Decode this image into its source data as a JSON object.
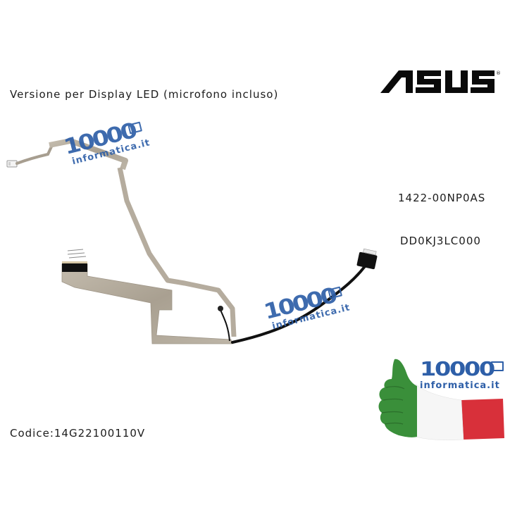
{
  "product": {
    "title": "Versione per Display LED (microfono incluso)",
    "part_numbers": [
      "1422-00NP0AS",
      "DD0KJ3LC000"
    ],
    "code": "Codice:14G22100110V"
  },
  "brand_logo": {
    "text": "ASUS",
    "registered_mark": "®",
    "color": "#0a0a0a"
  },
  "watermark": {
    "number": "10000",
    "domain": "informatica.it",
    "icon": "laptop-icon",
    "color": "#2e5fa8"
  },
  "seller_badge": {
    "number": "10000",
    "domain": "informatica.it",
    "icon": "laptop-icon",
    "image": "thumbs-up-hand-italian-flag",
    "flag_colors": [
      "#3a8f3a",
      "#ffffff",
      "#d8303a"
    ]
  },
  "cable": {
    "ribbon_color": "#b8afa0",
    "wire_color": "#111111",
    "connector_color": "#111111"
  }
}
